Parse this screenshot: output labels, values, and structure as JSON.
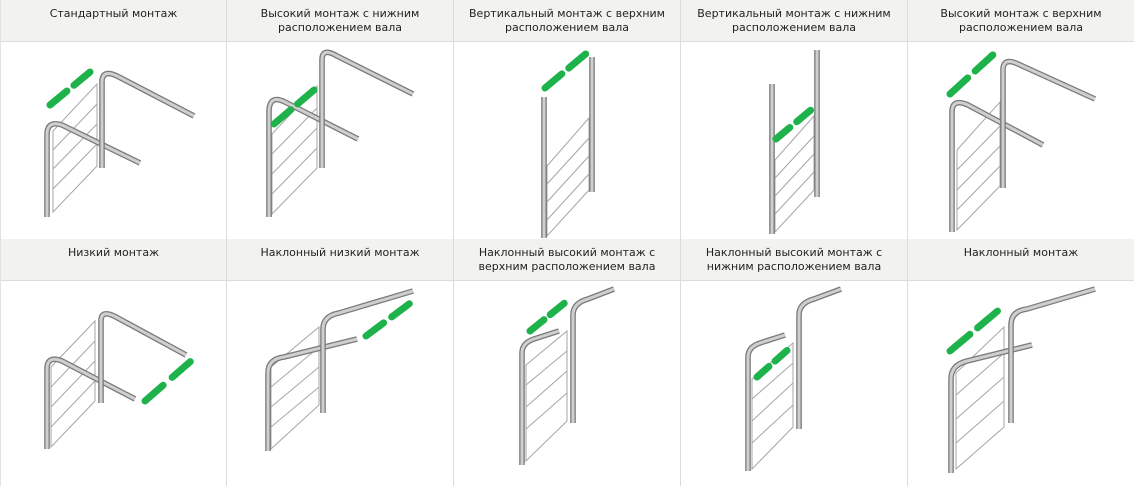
{
  "mounting_types": [
    {
      "id": "standard",
      "label": "Стандартный монтаж"
    },
    {
      "id": "high-lower-shaft",
      "label": "Высокий монтаж с нижним расположением вала"
    },
    {
      "id": "vertical-upper-shaft",
      "label": "Вертикальный монтаж с верхним расположением вала"
    },
    {
      "id": "vertical-lower-shaft",
      "label": "Вертикальный монтаж с нижним расположением вала"
    },
    {
      "id": "high-upper-shaft",
      "label": "Высокий монтаж с верхним расположением вала"
    },
    {
      "id": "low",
      "label": "Низкий монтаж"
    },
    {
      "id": "inclined-low",
      "label": "Наклонный низкий монтаж"
    },
    {
      "id": "inclined-high-upper-shaft",
      "label": "Наклонный высокий монтаж с верхним расположением вала"
    },
    {
      "id": "inclined-high-lower-shaft",
      "label": "Наклонный высокий монтаж с нижним расположением вала"
    },
    {
      "id": "inclined",
      "label": "Наклонный монтаж"
    }
  ],
  "colors": {
    "header_bg": "#f2f2ee",
    "rail": "#7a7a7a",
    "rail_highlight": "#cfcfcf",
    "door_panel": "#a6a6a6",
    "torsion_shaft": "#1db34a"
  }
}
